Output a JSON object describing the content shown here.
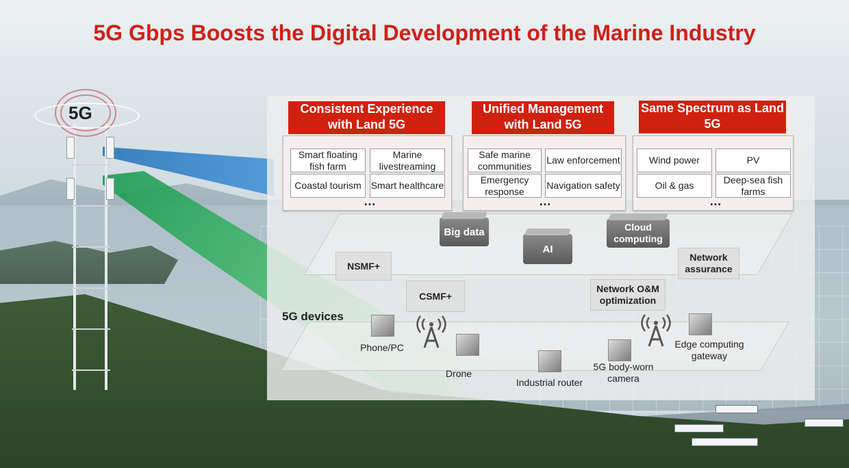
{
  "title": "5G Gbps Boosts the Digital Development of the Marine Industry",
  "tower_label": "5G",
  "colors": {
    "title": "#d21f16",
    "header_bg": "#d0210f",
    "beam_blue": "#1e6fb8",
    "beam_green": "#1a9a52"
  },
  "columns": [
    {
      "heading": "Consistent Experience with Land 5G",
      "items": [
        "Smart floating fish farm",
        "Marine livestreaming",
        "Coastal tourism",
        "Smart healthcare"
      ],
      "more": "…"
    },
    {
      "heading": "Unified Management with Land 5G",
      "items": [
        "Safe marine communities",
        "Law enforcement",
        "Emergency response",
        "Navigation safety"
      ],
      "more": "…"
    },
    {
      "heading": "Same Spectrum as Land 5G",
      "items": [
        "Wind power",
        "PV",
        "Oil & gas",
        "Deep-sea fish farms"
      ],
      "more": "…"
    }
  ],
  "platform": {
    "big_data": "Big data",
    "ai": "AI",
    "cloud": "Cloud computing",
    "nsmf": "NSMF+",
    "csmf": "CSMF+",
    "network_assurance": "Network assurance",
    "network_om": "Network O&M optimization"
  },
  "devices": {
    "section_label": "5G devices",
    "phone": "Phone/PC",
    "drone": "Drone",
    "router": "Industrial router",
    "camera": "5G body-worn camera",
    "edge": "Edge computing gateway"
  },
  "icons": [
    "radio-tower-icon",
    "signal-waves-icon",
    "device-cube-icon"
  ]
}
